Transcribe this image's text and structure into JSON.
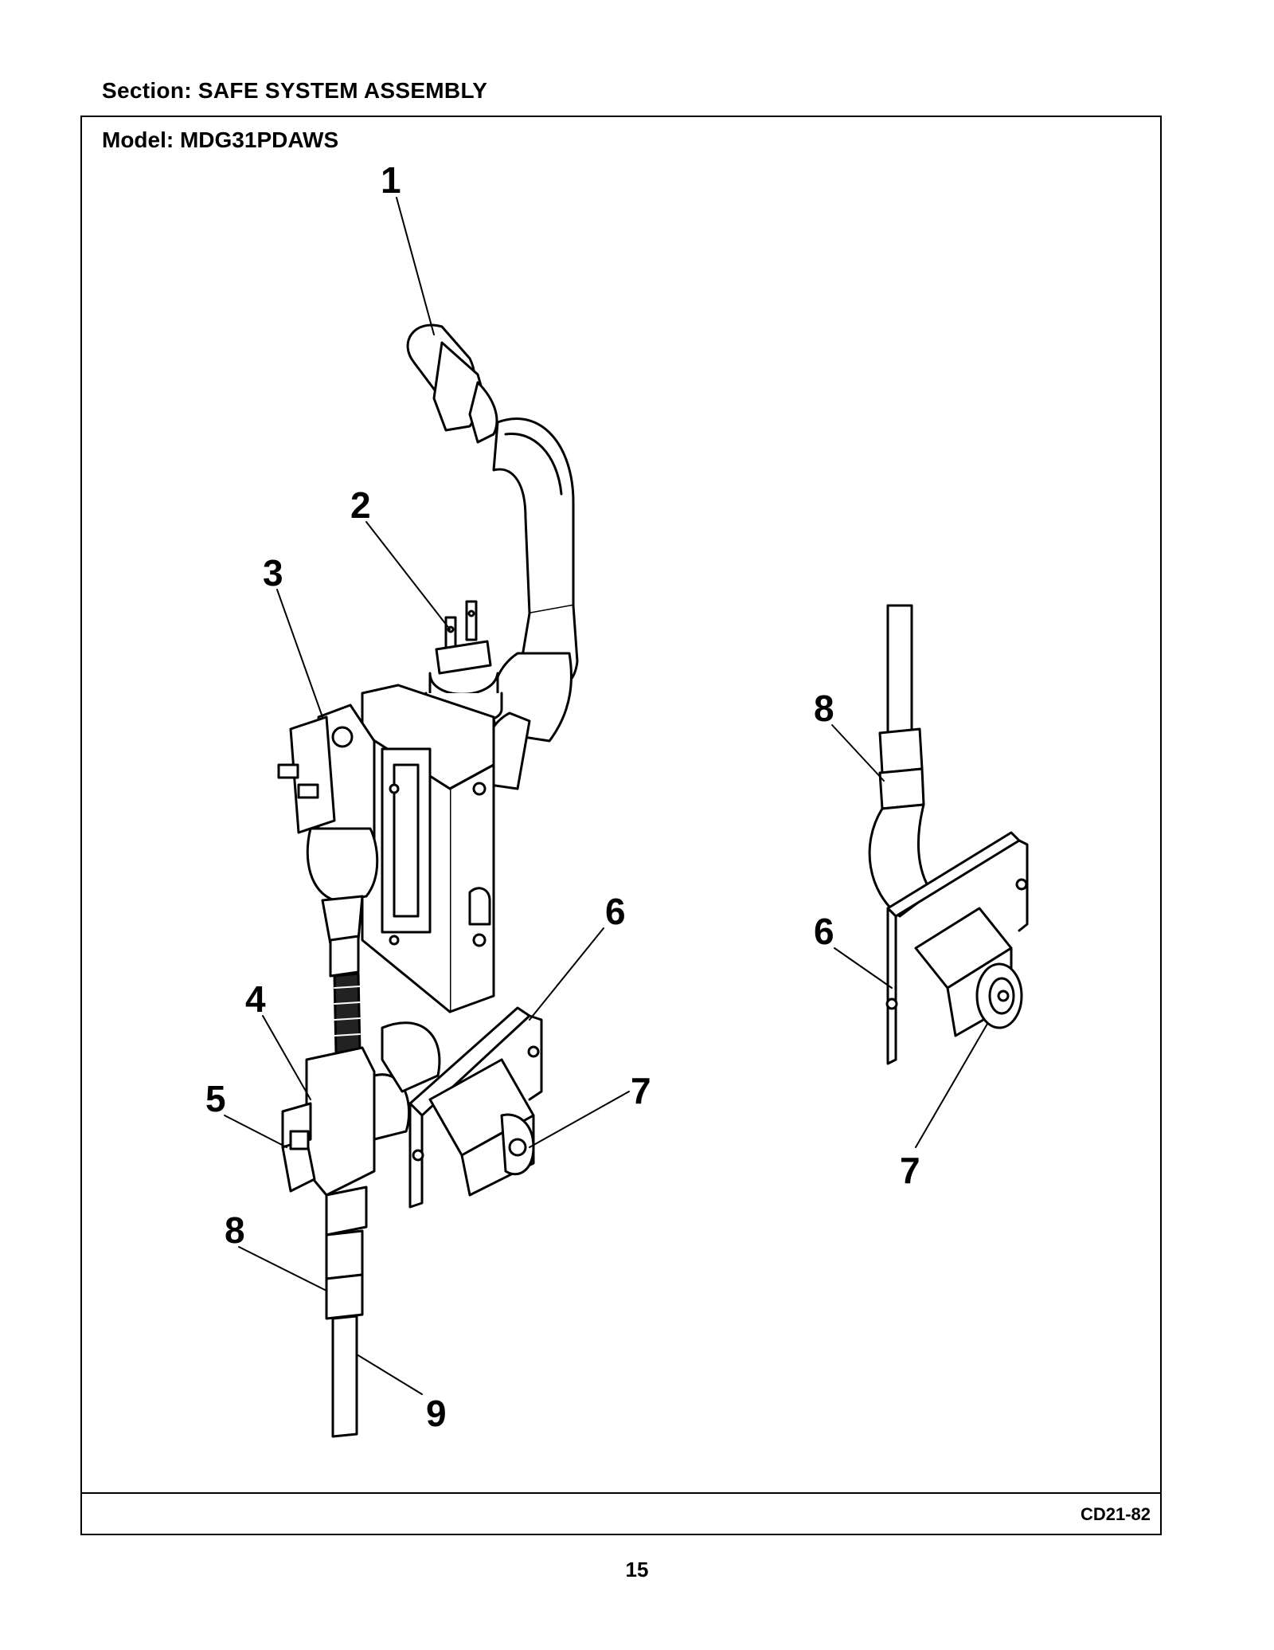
{
  "header": {
    "section": "Section:  SAFE SYSTEM ASSEMBLY"
  },
  "diagram": {
    "model": "Model:  MDG31PDAWS",
    "callouts_left": [
      "1",
      "2",
      "3",
      "4",
      "5",
      "6",
      "7",
      "8",
      "9"
    ],
    "callouts_right": [
      "8",
      "6",
      "7"
    ]
  },
  "footer": {
    "drawing_code": "CD21-82",
    "page_number": "15"
  }
}
